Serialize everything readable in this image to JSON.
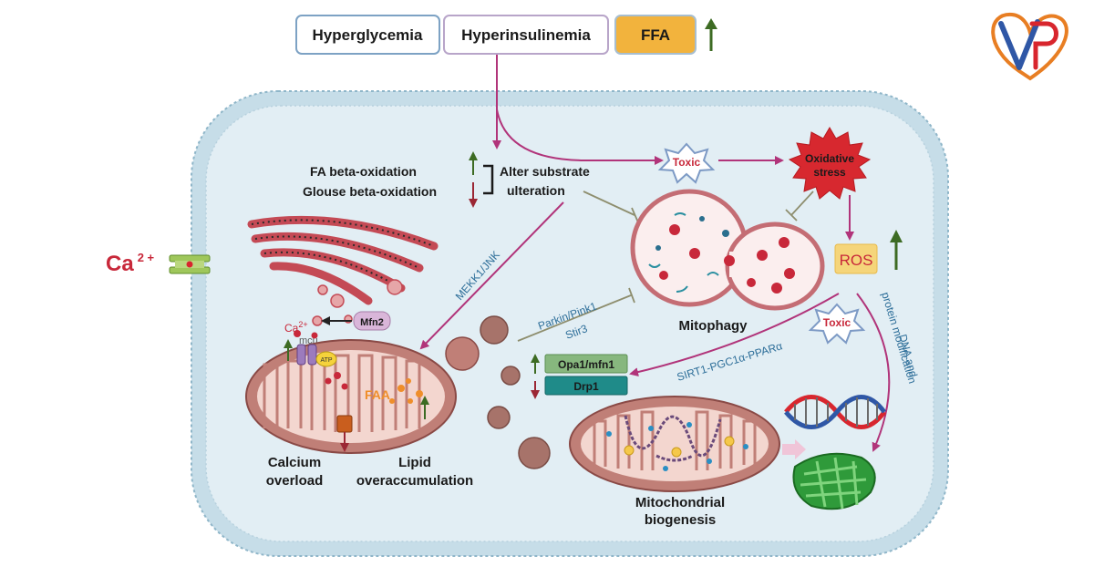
{
  "top_factors": {
    "hyperglycemia": "Hyperglycemia",
    "hyperinsulinemia": "Hyperinsulinemia",
    "ffa": "FFA"
  },
  "metabolism": {
    "fa_beta_oxidation": "FA beta-oxidation",
    "glucose_beta_oxidation": "Glouse beta-oxidation",
    "alter_line1": "Alter substrate",
    "alter_line2": "ulteration"
  },
  "stress": {
    "toxic_top": "Toxic",
    "oxidative_line1": "Oxidative",
    "oxidative_line2": "stress",
    "ros": "ROS",
    "toxic_lower": "Toxic"
  },
  "pathways": {
    "mekk": "MEKK1/JNK",
    "parkin_line1": "Parkin/Pink1",
    "parkin_line2": "Stir3",
    "sirt": "SIRT1-PGC1α-PPARα",
    "dna_line1": "DNA and",
    "dna_line2": "protein modification"
  },
  "calcium": {
    "ion": "Ca",
    "ion_charge": "2 +",
    "ca_small": "Ca",
    "ca_small_charge": "2+",
    "mfn2": "Mfn2",
    "mcu": "mcu",
    "atp": "ATP",
    "faa": "FAA"
  },
  "dynamics": {
    "opa1": "Opa1/mfn1",
    "drp1": "Drp1"
  },
  "labels": {
    "mitophagy": "Mitophagy",
    "calcium_line1": "Calcium",
    "calcium_line2": "overload",
    "lipid_line1": "Lipid",
    "lipid_line2": "overaccumulation",
    "biogenesis_line1": "Mitochondrial",
    "biogenesis_line2": "biogenesis"
  },
  "colors": {
    "red_label": "#c8283a",
    "blue_label": "#2d6e99",
    "up_arrow": "#3d6b23",
    "down_arrow": "#9b2734",
    "pink_arrow": "#b1347a",
    "ffa_box": "#f2b33d",
    "opa1_box": "#87b77e",
    "drp1_box": "#1f8b89"
  },
  "icons": {
    "logo": "vp-heart-logo",
    "dna": "dna-helix-icon",
    "protein": "protein-structure-icon"
  }
}
